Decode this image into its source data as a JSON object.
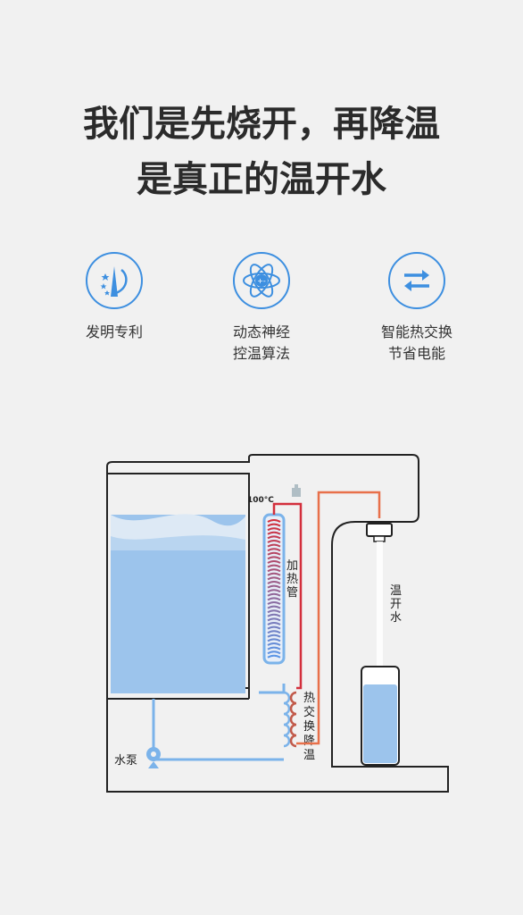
{
  "headline": {
    "line1": "我们是先烧开，再降温",
    "line2": "是真正的温开水"
  },
  "features": [
    {
      "icon": "patent-icon",
      "line1": "发明专利",
      "line2": ""
    },
    {
      "icon": "atom-icon",
      "line1": "动态神经",
      "line2": "控温算法"
    },
    {
      "icon": "exchange-arrows-icon",
      "line1": "智能热交换",
      "line2": "节省电能"
    }
  ],
  "diagram": {
    "temp_label": "100°C",
    "heater_label": [
      "加",
      "热",
      "管"
    ],
    "exchange_label": [
      "热",
      "交",
      "换",
      "降",
      "温"
    ],
    "outlet_label": [
      "温",
      "开",
      "水"
    ],
    "pump_label": "水泵"
  },
  "colors": {
    "accent": "#3d8fe0",
    "water": "#9cc4ec",
    "hot": "#d32f3c",
    "warm": "#e8704a",
    "cool_pipe": "#7bb3ea",
    "outline": "#222222"
  }
}
